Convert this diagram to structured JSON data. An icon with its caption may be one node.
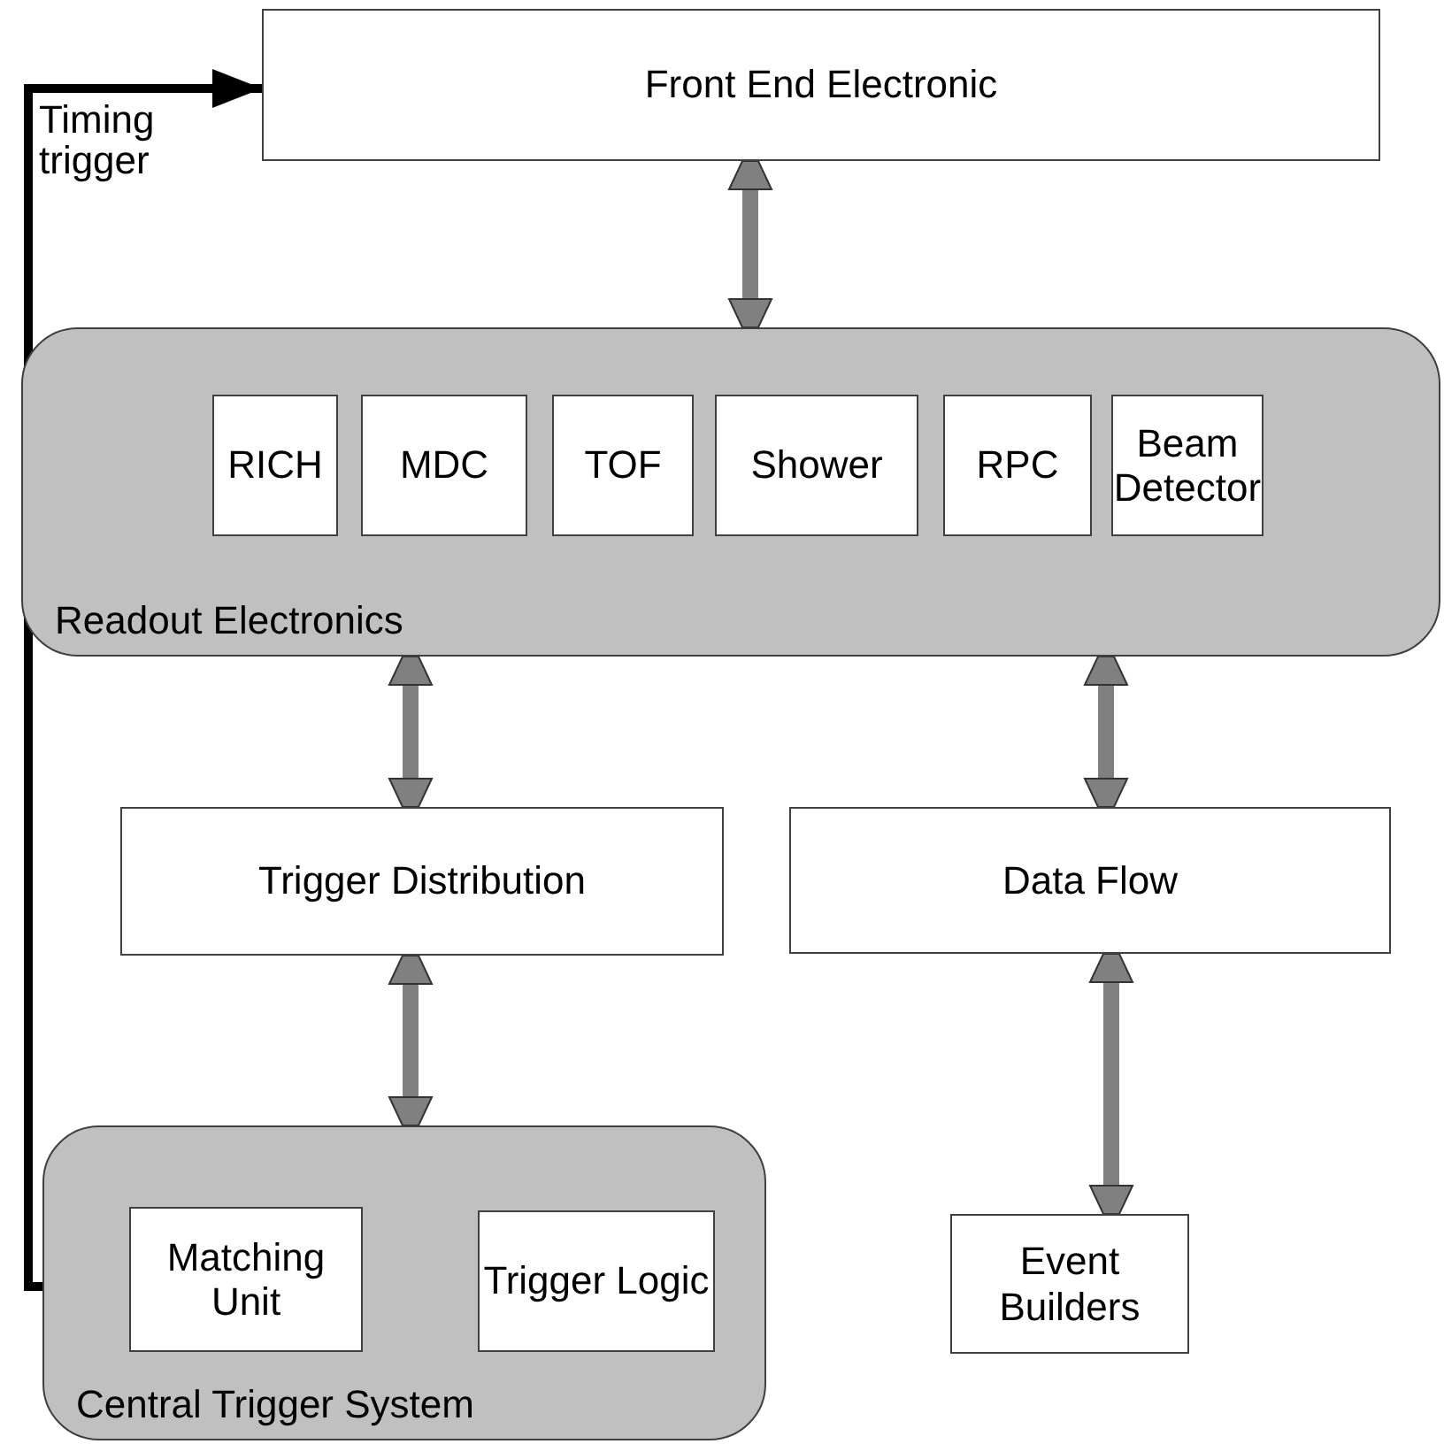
{
  "diagram": {
    "nodes": [
      {
        "text": [
          "Front End Electronic"
        ]
      },
      {
        "text": [
          "Readout Electronics"
        ]
      },
      {
        "text": [
          "RICH"
        ],
        "in": 1
      },
      {
        "text": [
          "MDC"
        ],
        "in": 1
      },
      {
        "text": [
          "TOF"
        ],
        "in": 1
      },
      {
        "text": [
          "Shower"
        ],
        "in": 1
      },
      {
        "text": [
          "RPC"
        ],
        "in": 1
      },
      {
        "text": [
          "Beam Detector"
        ],
        "in": 1
      },
      {
        "text": [
          "Trigger Distribution"
        ]
      },
      {
        "text": [
          "Data Flow"
        ]
      },
      {
        "text": [
          "Central Trigger System"
        ]
      },
      {
        "text": [
          "Matching Unit"
        ],
        "in": 10
      },
      {
        "text": [
          "Trigger Logic"
        ],
        "in": 10
      },
      {
        "text": [
          "Event Builders"
        ]
      }
    ],
    "edges": [
      {
        "from": 0,
        "to": 1,
        "arrow": "both"
      },
      {
        "from": 1,
        "to": 8,
        "arrow": "both"
      },
      {
        "from": 1,
        "to": 9,
        "arrow": "both"
      },
      {
        "from": 8,
        "to": 10,
        "arrow": "both"
      },
      {
        "from": 9,
        "to": 13,
        "arrow": "both"
      },
      {
        "from": 10,
        "to": 0,
        "arrow": "to",
        "label": "Timing trigger",
        "color": "#000000"
      }
    ]
  }
}
